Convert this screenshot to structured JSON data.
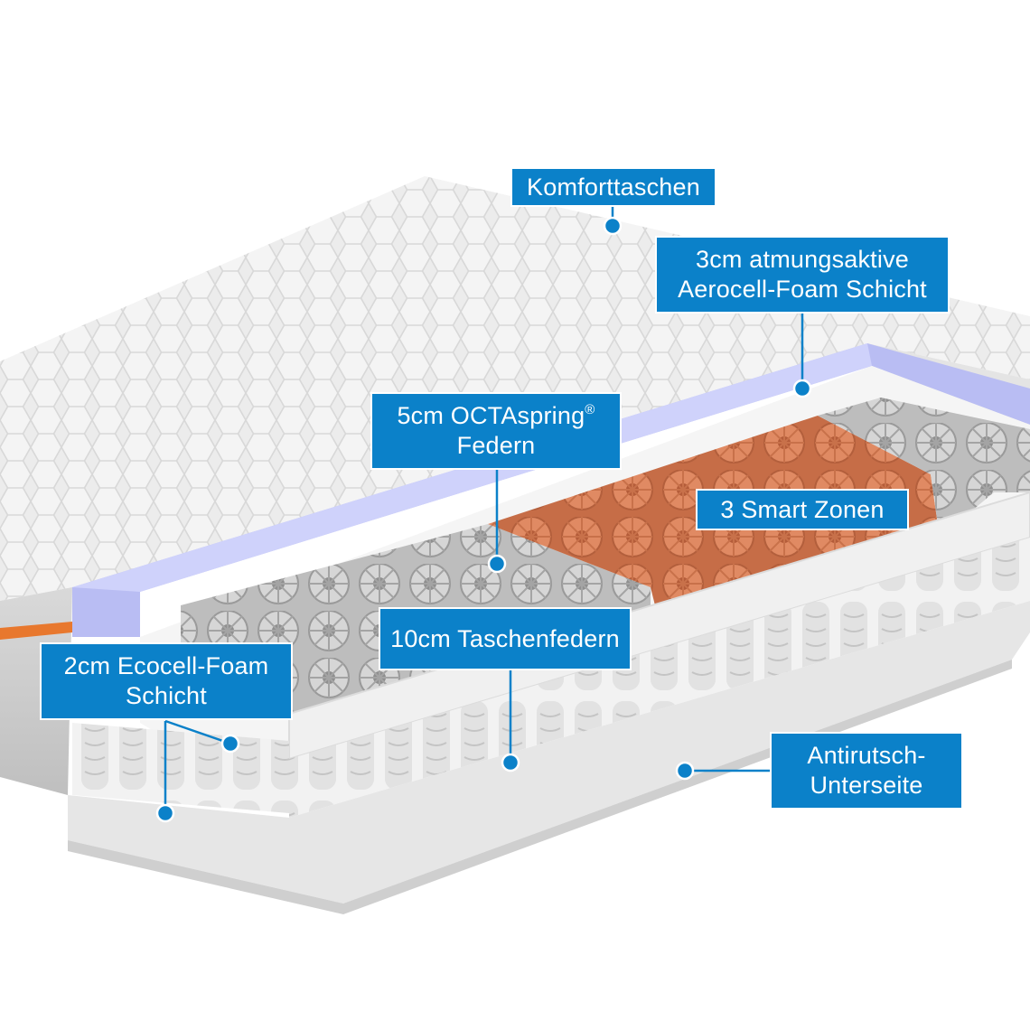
{
  "labels": {
    "komfort": {
      "line1": "Komforttaschen"
    },
    "aerocell": {
      "line1": "3cm atmungsaktive",
      "line2": "Aerocell-Foam Schicht"
    },
    "octaspring": {
      "line1": "5cm OCTAspring",
      "mark": "®",
      "line2": "Federn"
    },
    "smart_zonen": {
      "line1": "3 Smart Zonen"
    },
    "taschenfedern": {
      "line1": "10cm Taschenfedern"
    },
    "ecocell": {
      "line1": "2cm Ecocell-Foam",
      "line2": "Schicht"
    },
    "antirutsch": {
      "line1": "Antirutsch-",
      "line2": "Unterseite"
    }
  },
  "colors": {
    "label_blue": "#0b81c9",
    "cover_grey": "#e9e9e9",
    "aerocell_lavender": "#b9bdf3",
    "spring_orange": "#d9805a",
    "spring_grey": "#a9a9a9",
    "accent_orange": "#e8782e"
  }
}
